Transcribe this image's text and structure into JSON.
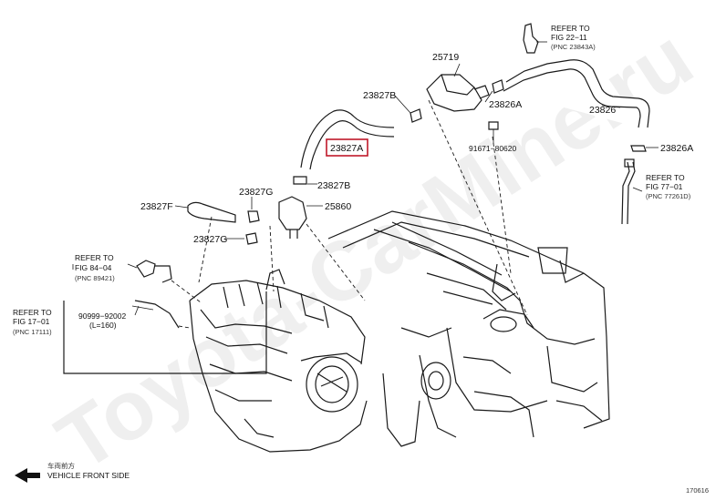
{
  "watermark": "Toyota-CarMine.ru",
  "callouts": {
    "p25719": "25719",
    "p23827b_top": "23827B",
    "p23826a_left": "23826A",
    "p23826": "23826",
    "p91671": "91671−80620",
    "p23827a": "23827A",
    "p23826a_right": "23826A",
    "p23827b_mid": "23827B",
    "p23827g_top": "23827G",
    "p25860": "25860",
    "p23827f": "23827F",
    "p23827g_bot": "23827G",
    "p90999": "90999−92002",
    "p90999_sub": "(L=160)"
  },
  "refs": {
    "fig22": {
      "line1": "REFER TO",
      "line2": "FIG 22−11",
      "line3": "(PNC 23843A)"
    },
    "fig77": {
      "line1": "REFER TO",
      "line2": "FIG 77−01",
      "line3": "(PNC 77261D)"
    },
    "fig84": {
      "line1": "REFER TO",
      "line2": "FIG 84−04",
      "line3": "(PNC 89421)"
    },
    "fig17": {
      "line1": "REFER TO",
      "line2": "FIG 17−01",
      "line3": "(PNC 17111)"
    }
  },
  "orientation": {
    "chinese": "车両前方",
    "english": "VEHICLE FRONT SIDE"
  },
  "figure_code": "170616",
  "highlight_color": "#c0182a"
}
